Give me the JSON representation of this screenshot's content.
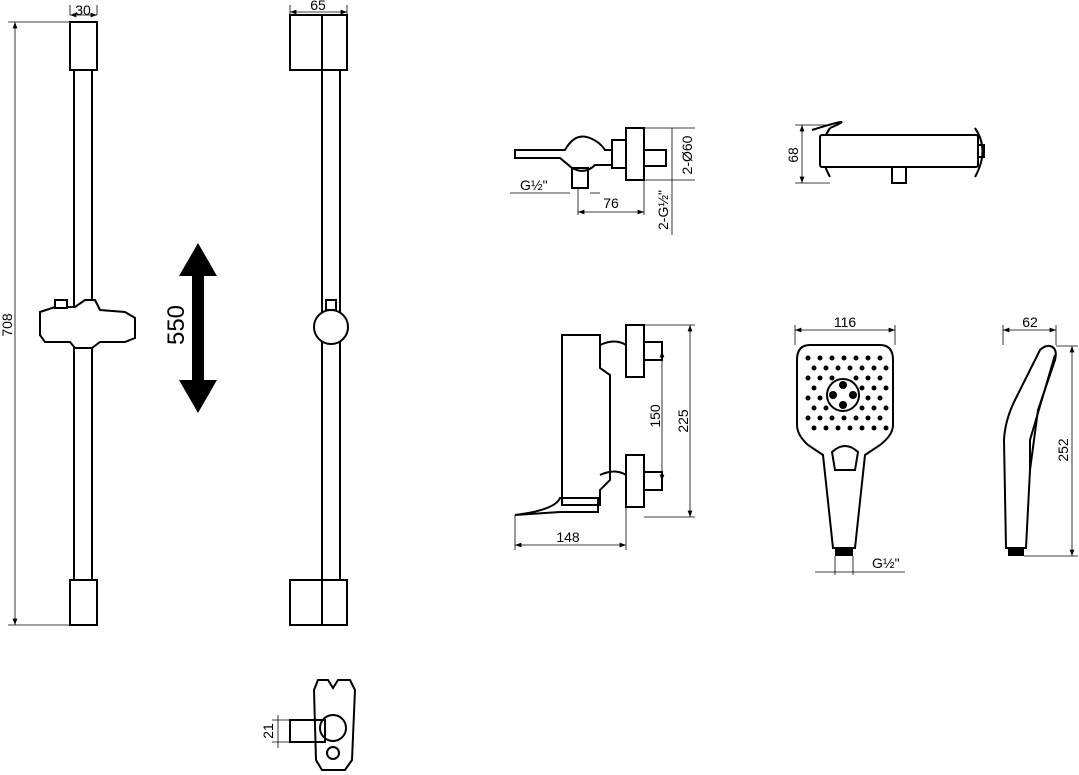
{
  "drawing": {
    "rail_front": {
      "width_label": "30",
      "height_label": "708"
    },
    "slide_range": {
      "label": "550"
    },
    "rail_side": {
      "depth_label": "65"
    },
    "holder": {
      "label": "21"
    },
    "mixer_side": {
      "thread_label": "G½\"",
      "depth_label": "76",
      "diameter_label": "2-Ø60",
      "outlet_thread_label": "2-G½\""
    },
    "mixer_top": {
      "height_label": "68"
    },
    "mixer_profile": {
      "width_label": "148",
      "spacing_label": "150",
      "height_label": "225"
    },
    "handshower_front": {
      "width_label": "116",
      "thread_label": "G½\""
    },
    "handshower_side": {
      "depth_label": "62",
      "length_label": "252"
    }
  }
}
